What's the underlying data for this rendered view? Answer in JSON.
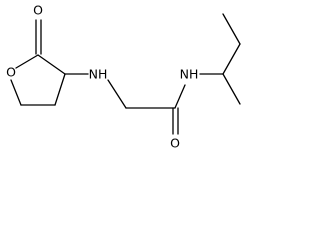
{
  "molecule": {
    "atoms": {
      "o_carbonyl_ring": "O",
      "o_ring": "O",
      "nh_amine": "NH",
      "nh_amide": "NH",
      "o_amide": "O"
    },
    "colors": {
      "ink": "#000000",
      "background": "#ffffff"
    }
  }
}
